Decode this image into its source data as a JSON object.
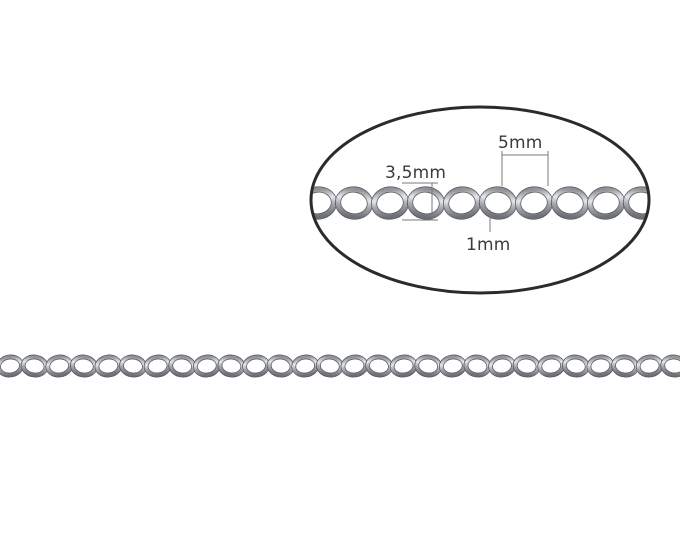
{
  "product": {
    "kind": "chain-photo",
    "metal_color": "#b9bcc1",
    "outline_color": "#5a5d62"
  },
  "zoom_inset": {
    "border_color": "#2b2b2b"
  },
  "dimensions": {
    "link_length": "5mm",
    "link_width": "3,5mm",
    "wire_thickness": "1mm"
  }
}
